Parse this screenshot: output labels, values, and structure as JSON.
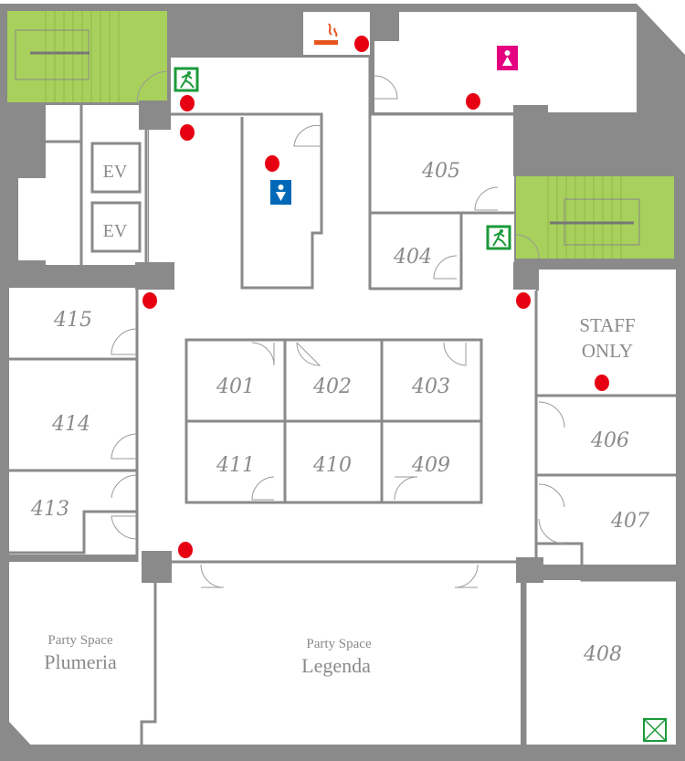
{
  "floor_plan": {
    "rooms": {
      "r401": "401",
      "r402": "402",
      "r403": "403",
      "r404": "404",
      "r405": "405",
      "r406": "406",
      "r407": "407",
      "r408": "408",
      "r409": "409",
      "r410": "410",
      "r411": "411",
      "r413": "413",
      "r414": "414",
      "r415": "415"
    },
    "elevators": [
      "EV",
      "EV"
    ],
    "staff_only": [
      "STAFF",
      "ONLY"
    ],
    "party_spaces": [
      {
        "kind": "Party Space",
        "name": "Plumeria"
      },
      {
        "kind": "Party Space",
        "name": "Legenda"
      }
    ]
  },
  "colors": {
    "wall": "#8a8a8a",
    "stairs": "#a8d05c",
    "fire_point": "#e60012",
    "exit_sign": "#1a9a3a",
    "smoking": "#e8541e",
    "womens_restroom": "#e4007f",
    "mens_restroom": "#0068b7"
  }
}
